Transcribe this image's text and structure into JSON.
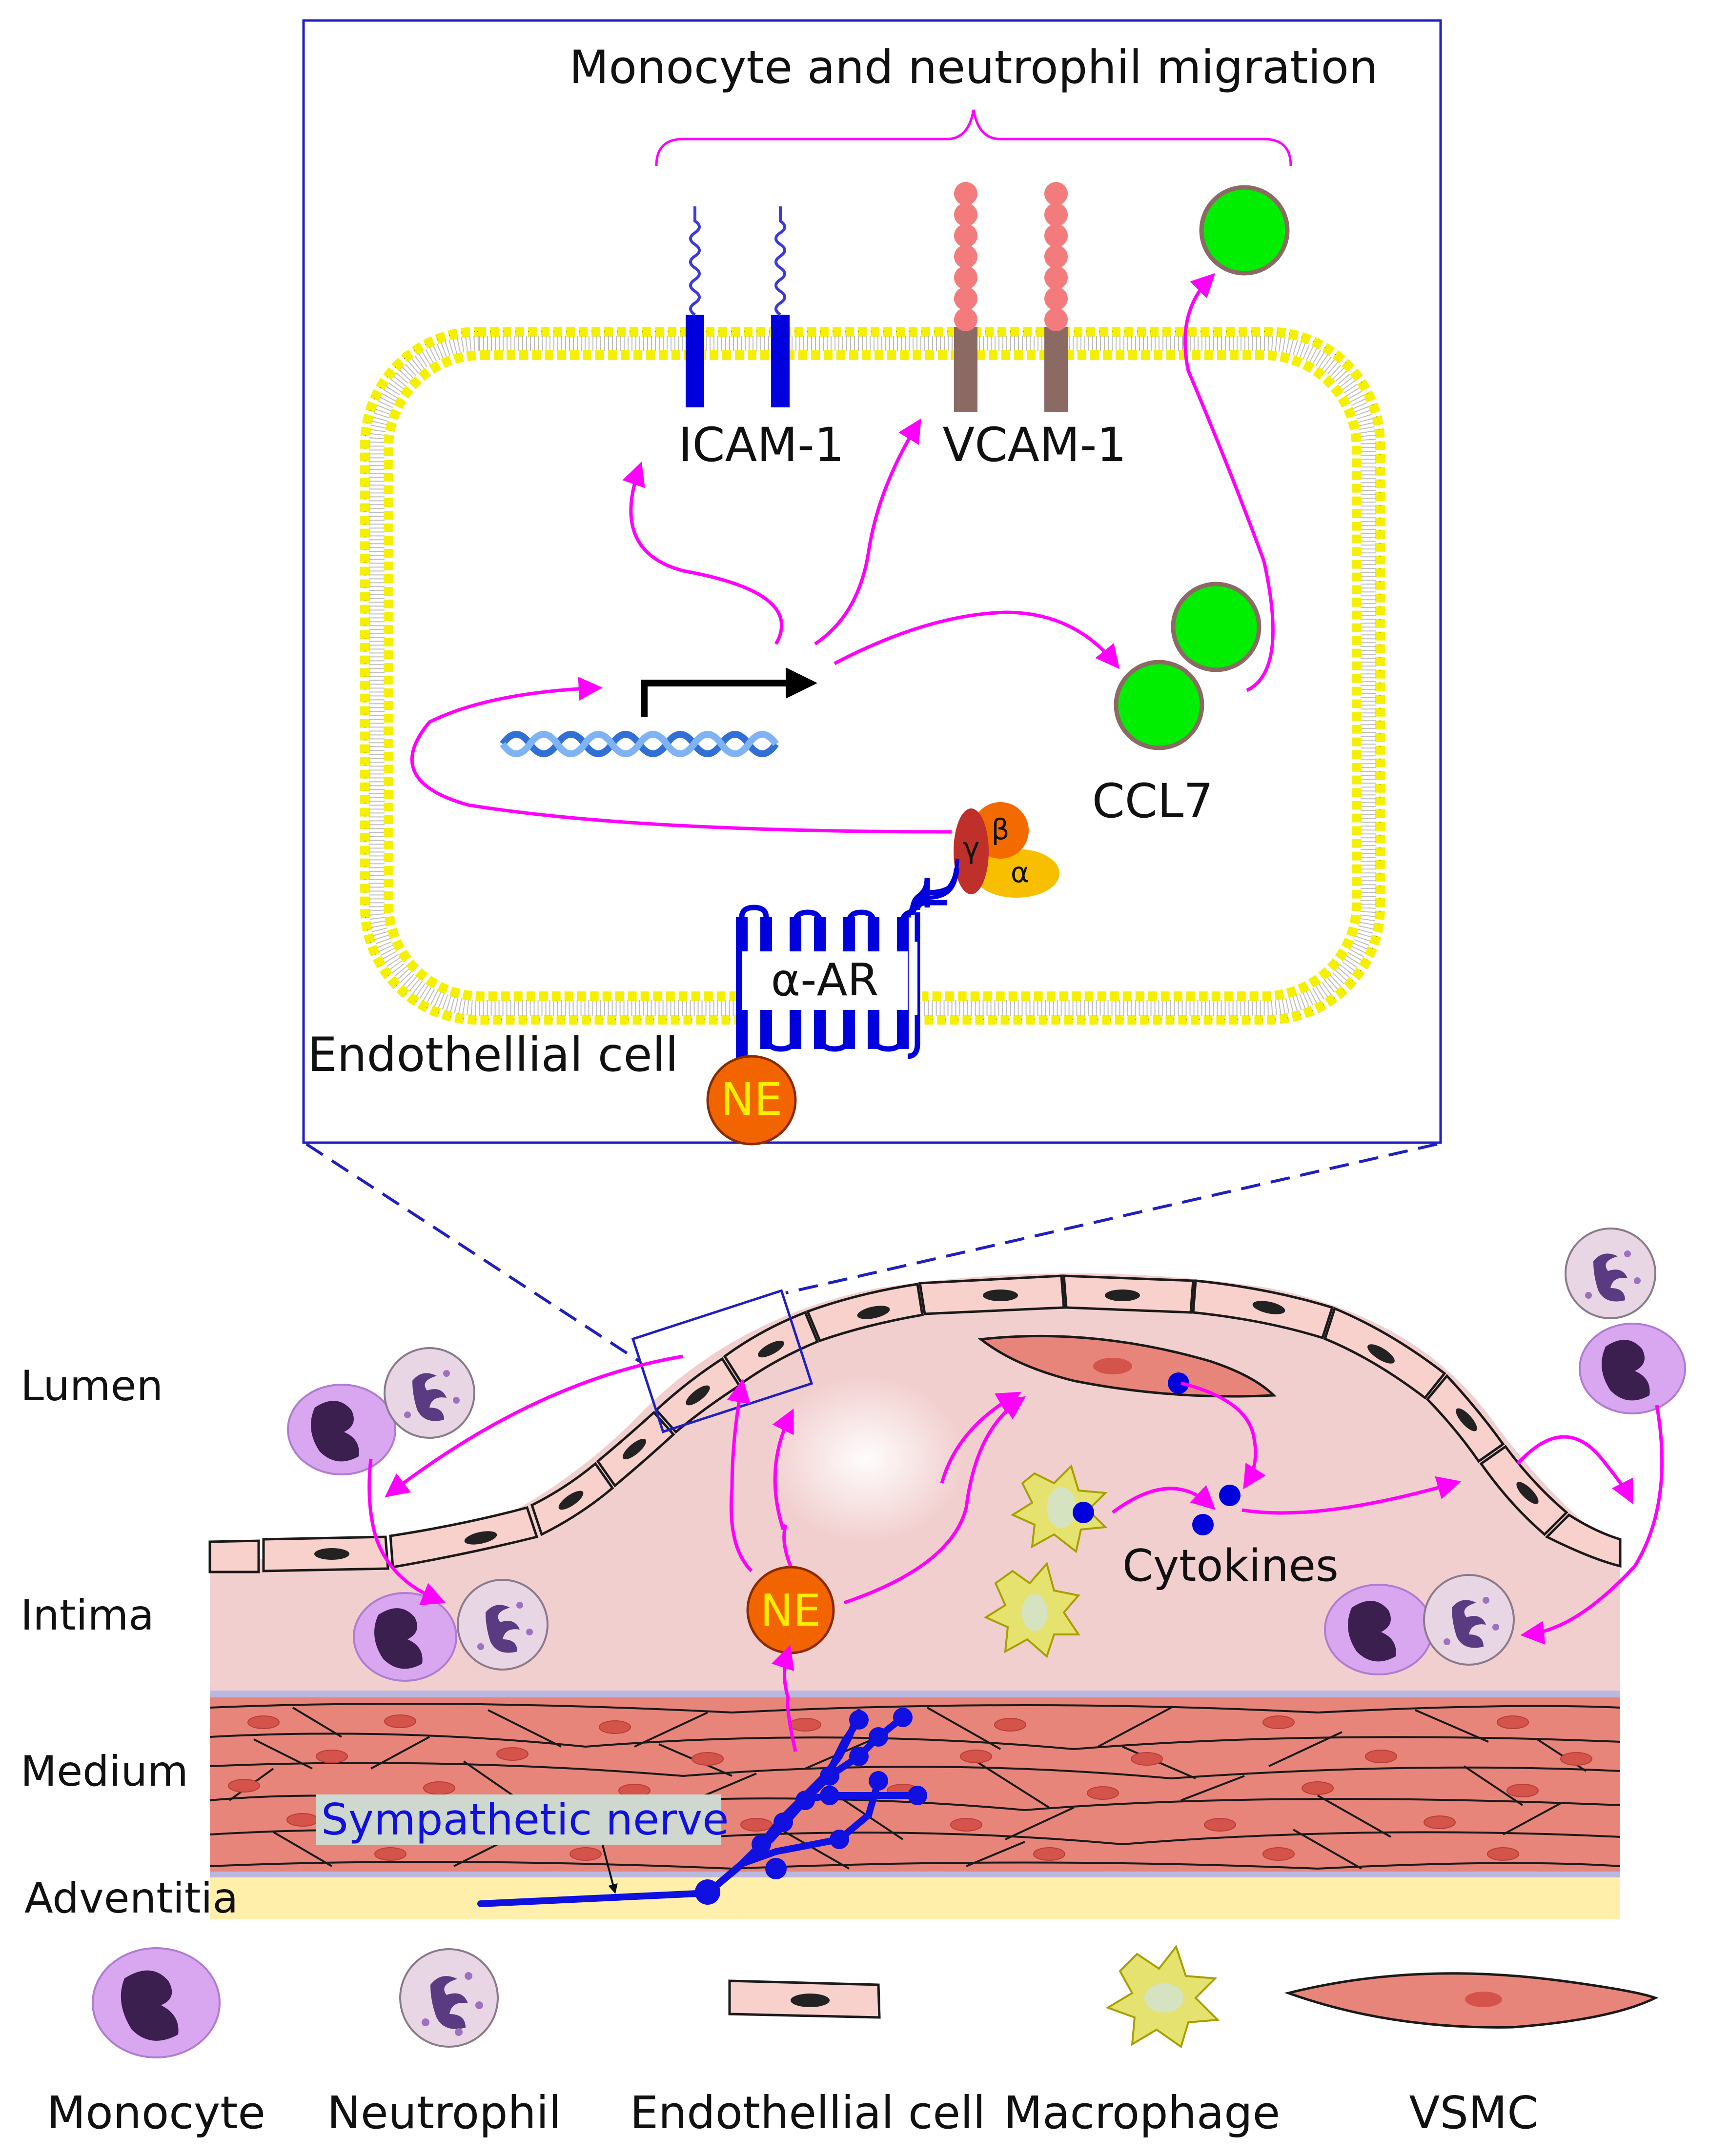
{
  "inset": {
    "title": "Monocyte and neutrophil migration",
    "icam": "ICAM-1",
    "vcam": "VCAM-1",
    "ccl7": "CCL7",
    "receptor": "α-AR",
    "cell_label": "Endothellial cell",
    "ne": "NE",
    "gamma": "γ",
    "beta": "β",
    "alpha": "α"
  },
  "layers": {
    "lumen": "Lumen",
    "intima": "Intima",
    "medium": "Medium",
    "adventitia": "Adventitia"
  },
  "main": {
    "cytokines": "Cytokines",
    "ne": "NE",
    "nerve": "Sympathetic nerve"
  },
  "legend": {
    "monocyte": "Monocyte",
    "neutrophil": "Neutrophil",
    "endothelial": "Endothellial cell",
    "macrophage": "Macrophage",
    "vsmc": "VSMC"
  },
  "colors": {
    "arrow": "#ff00ff",
    "receptor_blue": "#0000dd",
    "membrane_yellow": "#f5f000",
    "ccl7_green": "#00ee00",
    "vcam_pink": "#f47b7b",
    "vcam_stalk": "#8b6a64",
    "ne_orange": "#ff6600",
    "ne_text": "#ffee00",
    "intima_pink": "#f2cfcf",
    "media_red": "#e8857b",
    "adventitia_yellow": "#ffefaa",
    "monocyte_purple": "#d9a6f0",
    "nucleus_dark": "#3a1f4f",
    "macrophage_yellow": "#e6e270",
    "nerve_blue": "#1010e0"
  }
}
